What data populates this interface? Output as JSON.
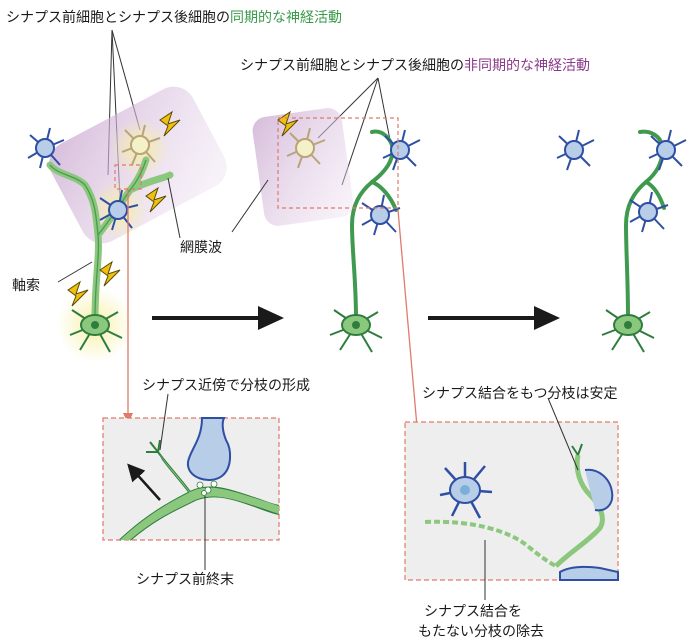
{
  "titles": {
    "sync_prefix": "シナプス前細胞とシナプス後細胞の",
    "sync_highlight": "同期的な神経活動",
    "async_prefix": "シナプス前細胞とシナプス後細胞の",
    "async_highlight": "非同期的な神経活動"
  },
  "labels": {
    "retinal_wave": "網膜波",
    "axon": "軸索",
    "branch_formation": "シナプス近傍で分枝の形成",
    "presynaptic_terminal": "シナプス前終末",
    "stable_branch": "シナプス結合をもつ分枝は安定",
    "branch_removal_line1": "シナプス結合を",
    "branch_removal_line2": "もたない分枝の除去"
  },
  "colors": {
    "green_fill": "#8cc77e",
    "green_dark": "#2f7d3d",
    "green_stroke": "#4a9a52",
    "blue_cell": "#2e4fa3",
    "blue_fill": "#b7cde8",
    "purple_text": "#8a3a8a",
    "purple_wave": "#d9c2dc",
    "red_dashed": "#e07a6a",
    "bolt": "#f0c010"
  }
}
